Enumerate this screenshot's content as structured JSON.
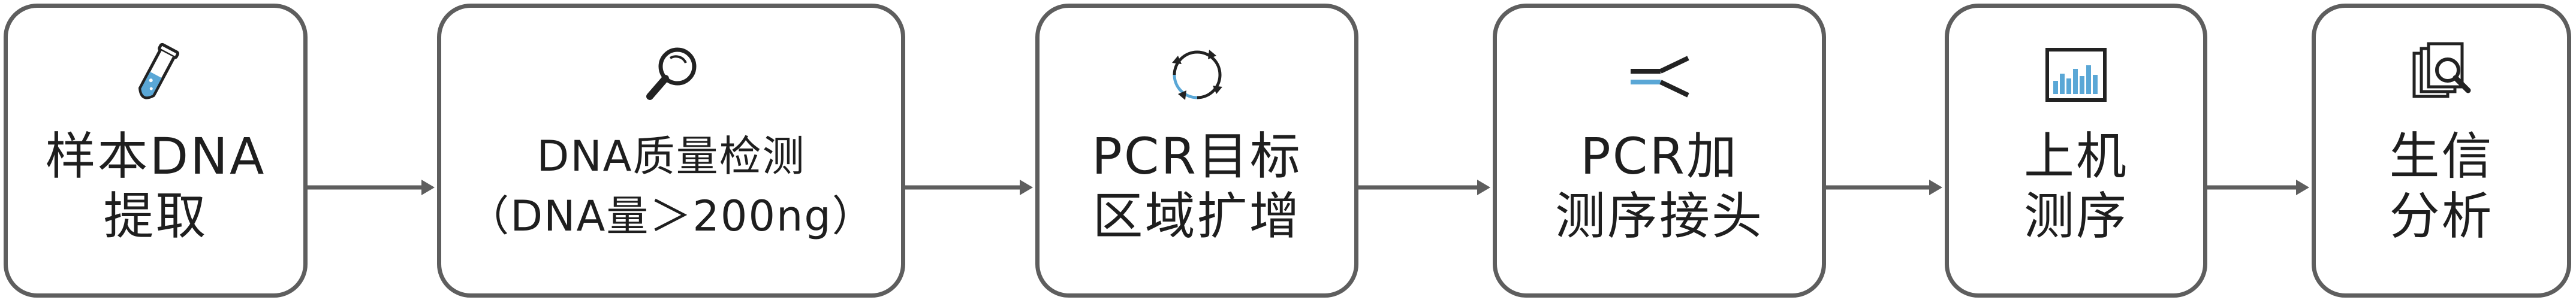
{
  "colors": {
    "border": "#5e5e5e",
    "arrow": "#5e5e5e",
    "accent": "#5aa7d6",
    "text": "#1e1e1e"
  },
  "steps": [
    {
      "icon": "test-tube-icon",
      "lines": [
        "样本DNA",
        "提取"
      ]
    },
    {
      "icon": "magnifier-icon",
      "lines": [
        "DNA质量检测",
        "（DNA量＞200ng）"
      ]
    },
    {
      "icon": "cycle-arrows-icon",
      "lines": [
        "PCR目标",
        "区域扩增"
      ]
    },
    {
      "icon": "adapter-icon",
      "lines": [
        "PCR加",
        "测序接头"
      ]
    },
    {
      "icon": "sequencer-icon",
      "lines": [
        "上机",
        "测序"
      ]
    },
    {
      "icon": "analysis-icon",
      "lines": [
        "生信",
        "分析"
      ]
    }
  ]
}
